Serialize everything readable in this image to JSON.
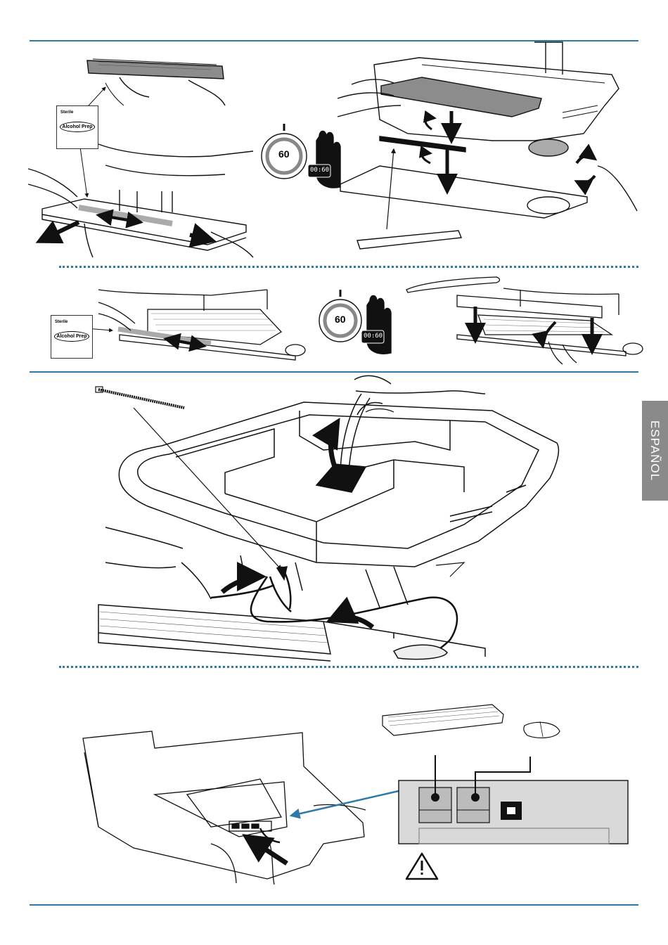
{
  "side_tab": {
    "label": "ESPAÑOL"
  },
  "wipe_packet": {
    "brand": "Sterile",
    "product": "Alcohol Prep"
  },
  "timer": {
    "dial_value": "60",
    "display_value": "00:60"
  },
  "icons": {
    "warning": "warning-triangle-icon",
    "stop_hand": "stop-hand-icon",
    "stopwatch": "stopwatch-icon",
    "usb_port": "usb-b-port-icon"
  },
  "colors": {
    "rule": "#2f78a8",
    "tab": "#8a8a8a",
    "panel": "#d9d9d9"
  }
}
